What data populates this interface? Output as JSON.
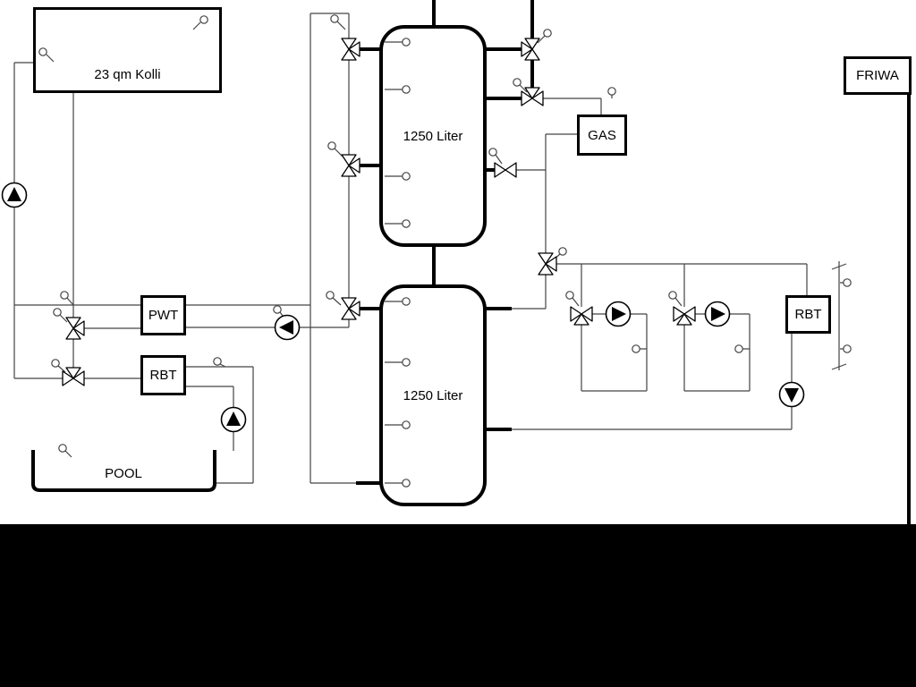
{
  "labels": {
    "collector": "23 qm Kolli",
    "tank_top": "1250 Liter",
    "tank_bottom": "1250 Liter",
    "gas": "GAS",
    "friwa": "FRIWA",
    "pwt": "PWT",
    "rbt_left": "RBT",
    "rbt_right": "RBT",
    "pool": "POOL"
  },
  "colors": {
    "background": "#ffffff",
    "thick_line": "#000000",
    "thin_line": "#444444",
    "symbol_fill": "#ffffff",
    "bottom_bar": "#000000"
  }
}
